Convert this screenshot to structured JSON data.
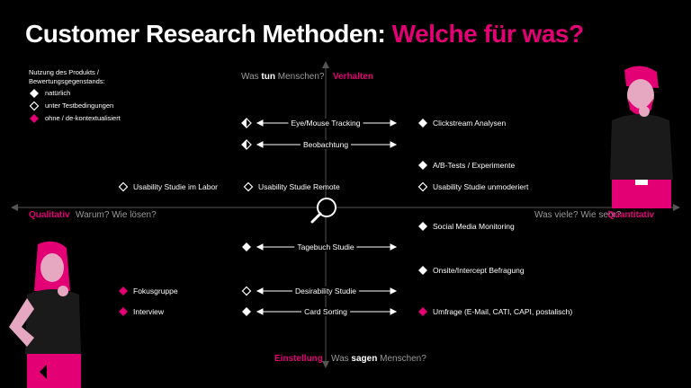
{
  "title": {
    "main": "Customer Research Methoden:",
    "accent": "Welche für was?"
  },
  "legend": {
    "heading": "Nutzung des Produkts / Bewertungsgegenstands:",
    "items": [
      {
        "label": "natürlich",
        "icon": "diamond-filled-white"
      },
      {
        "label": "unter Testbedingungen",
        "icon": "diamond-outline-white"
      },
      {
        "label": "ohne / de-kontextualisiert",
        "icon": "diamond-filled-pink"
      }
    ]
  },
  "axes": {
    "top_prefix": "Was",
    "top_bold": "tun",
    "top_suffix": "Menschen?",
    "top_name": "Verhalten",
    "bottom_name": "Einstellung",
    "bottom_prefix": "Was",
    "bottom_bold": "sagen",
    "bottom_suffix": "Menschen?",
    "left_name": "Qualitativ",
    "left_question": "Warum? Wie lösen?",
    "right_question": "Was viele? Wie sehr?",
    "right_name": "Quantitativ"
  },
  "methods": {
    "eye_tracking": "Eye/Mouse Tracking",
    "clickstream": "Clickstream Analysen",
    "beobachtung": "Beobachtung",
    "ab_tests": "A/B-Tests / Experimente",
    "usability_labor": "Usability Studie im Labor",
    "usability_remote": "Usability Studie Remote",
    "usability_unmoderiert": "Usability Studie unmoderiert",
    "social_media": "Social Media Monitoring",
    "tagebuch": "Tagebuch Studie",
    "onsite": "Onsite/Intercept Befragung",
    "fokusgruppe": "Fokusgruppe",
    "desirability": "Desirability Studie",
    "interview": "Interview",
    "card_sorting": "Card Sorting",
    "umfrage": "Umfrage (E-Mail, CATI, CAPI, postalisch)"
  },
  "colors": {
    "accent": "#e20074",
    "background": "#000000",
    "text": "#ffffff",
    "muted": "#9a9a9a"
  }
}
